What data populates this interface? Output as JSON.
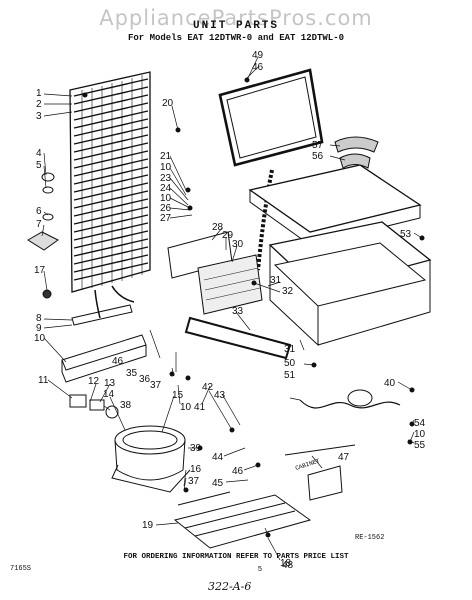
{
  "watermark": "AppliancePartsPros.com",
  "title": "UNIT PARTS",
  "subtitle": "For Models EAT 12DTWR-0 and EAT 12DTWL-0",
  "footer": "FOR ORDERING INFORMATION REFER TO PARTS PRICE LIST",
  "page_code": "7165S",
  "page_number": "5",
  "reference_code": "RE-1562",
  "handwritten_note": "322-A-6",
  "component_label": "CABINET",
  "callouts": [
    {
      "id": "c1",
      "label": "1"
    },
    {
      "id": "c2",
      "label": "2"
    },
    {
      "id": "c3",
      "label": "3"
    },
    {
      "id": "c4",
      "label": "4"
    },
    {
      "id": "c5",
      "label": "5"
    },
    {
      "id": "c6",
      "label": "6"
    },
    {
      "id": "c7",
      "label": "7"
    },
    {
      "id": "c17",
      "label": "17"
    },
    {
      "id": "c8",
      "label": "8"
    },
    {
      "id": "c9",
      "label": "9"
    },
    {
      "id": "c10a",
      "label": "10"
    },
    {
      "id": "c11",
      "label": "11"
    },
    {
      "id": "c12",
      "label": "12"
    },
    {
      "id": "c13",
      "label": "13"
    },
    {
      "id": "c38",
      "label": "38"
    },
    {
      "id": "c14",
      "label": "14"
    },
    {
      "id": "c15",
      "label": "15"
    },
    {
      "id": "c39",
      "label": "39"
    },
    {
      "id": "c16",
      "label": "16"
    },
    {
      "id": "c37b",
      "label": "37"
    },
    {
      "id": "c19",
      "label": "19"
    },
    {
      "id": "c18",
      "label": "18"
    },
    {
      "id": "c20",
      "label": "20"
    },
    {
      "id": "c21",
      "label": "21"
    },
    {
      "id": "c10b",
      "label": "10"
    },
    {
      "id": "c23",
      "label": "23"
    },
    {
      "id": "c24",
      "label": "24"
    },
    {
      "id": "c10c",
      "label": "10"
    },
    {
      "id": "c26",
      "label": "26"
    },
    {
      "id": "c27",
      "label": "27"
    },
    {
      "id": "c28",
      "label": "28"
    },
    {
      "id": "c29",
      "label": "29"
    },
    {
      "id": "c30",
      "label": "30"
    },
    {
      "id": "c49",
      "label": "49"
    },
    {
      "id": "c46a",
      "label": "46"
    },
    {
      "id": "c57",
      "label": "57"
    },
    {
      "id": "c56",
      "label": "56"
    },
    {
      "id": "c53",
      "label": "53"
    },
    {
      "id": "c32",
      "label": "32"
    },
    {
      "id": "c31a",
      "label": "31"
    },
    {
      "id": "c33",
      "label": "33"
    },
    {
      "id": "c31b",
      "label": "31"
    },
    {
      "id": "c50",
      "label": "50"
    },
    {
      "id": "c51",
      "label": "51"
    },
    {
      "id": "c46b",
      "label": "46"
    },
    {
      "id": "c35",
      "label": "35"
    },
    {
      "id": "c36",
      "label": "36"
    },
    {
      "id": "c37a",
      "label": "37"
    },
    {
      "id": "c10d",
      "label": "10"
    },
    {
      "id": "c41",
      "label": "41"
    },
    {
      "id": "c42",
      "label": "42"
    },
    {
      "id": "c43",
      "label": "43"
    },
    {
      "id": "c40",
      "label": "40"
    },
    {
      "id": "c54",
      "label": "54"
    },
    {
      "id": "c10e",
      "label": "10"
    },
    {
      "id": "c55",
      "label": "55"
    },
    {
      "id": "c44",
      "label": "44"
    },
    {
      "id": "c46c",
      "label": "46"
    },
    {
      "id": "c45",
      "label": "45"
    },
    {
      "id": "c47",
      "label": "47"
    },
    {
      "id": "c48",
      "label": "48"
    }
  ]
}
